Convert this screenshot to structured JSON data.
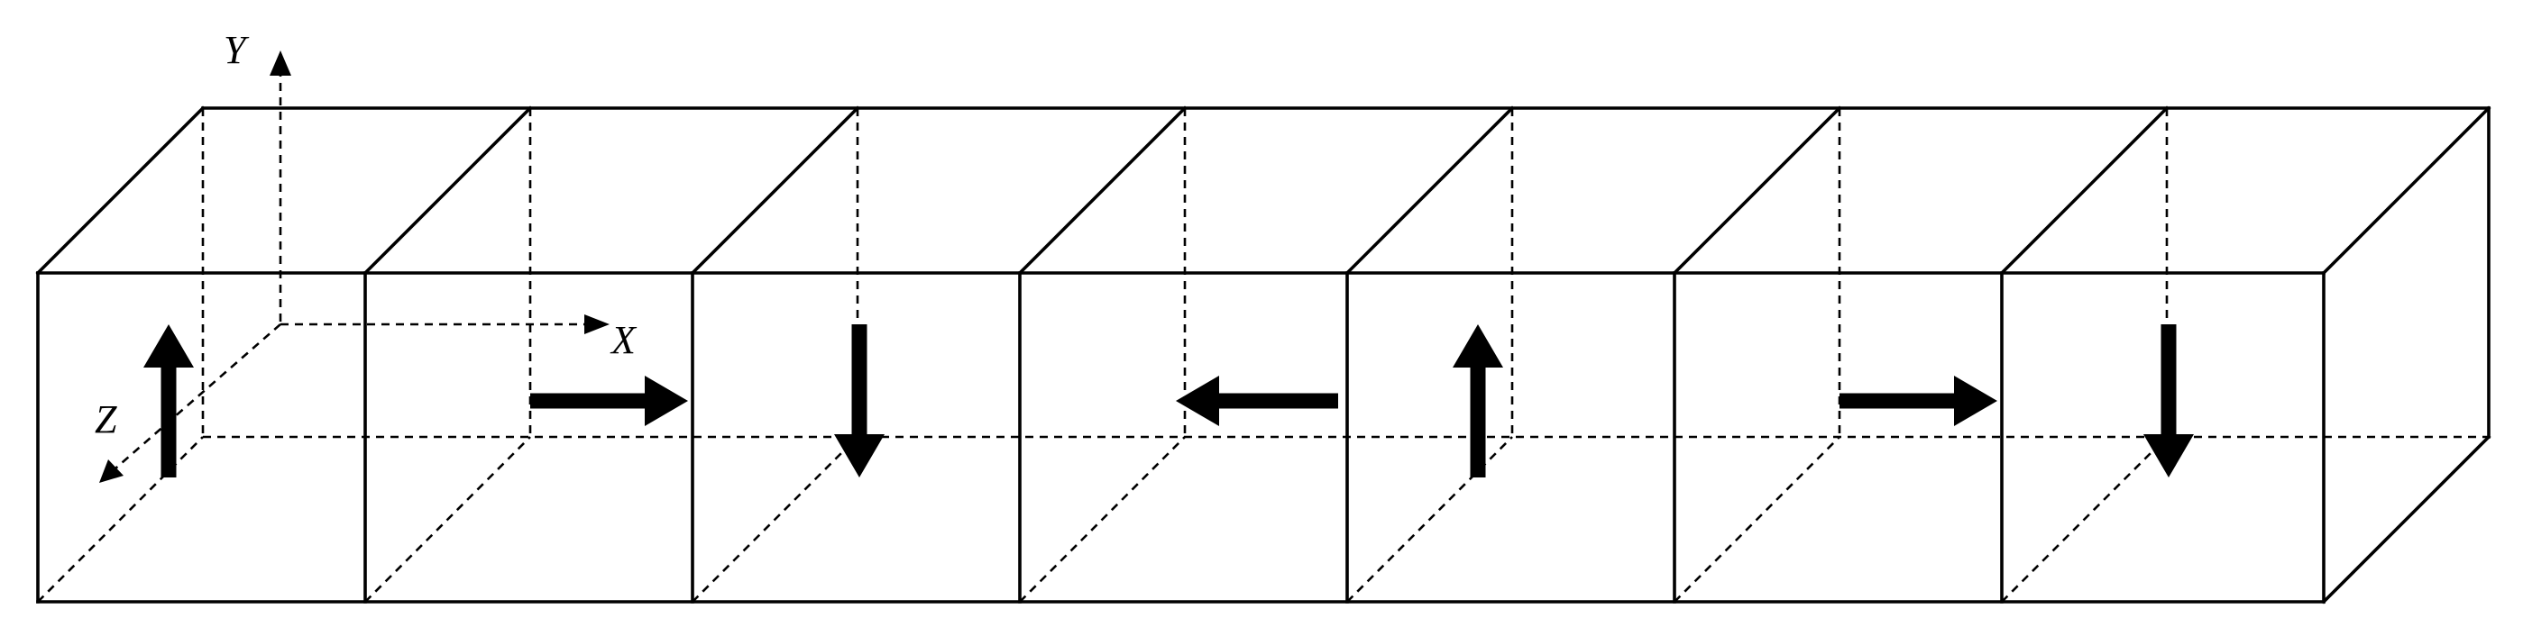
{
  "axes": {
    "x_label": "X",
    "y_label": "Y",
    "z_label": "Z"
  },
  "segments": {
    "count": 7,
    "magnetization": [
      "up",
      "right",
      "down",
      "left",
      "up",
      "right",
      "down"
    ]
  },
  "colors": {
    "line": "#000000",
    "background": "#ffffff"
  }
}
